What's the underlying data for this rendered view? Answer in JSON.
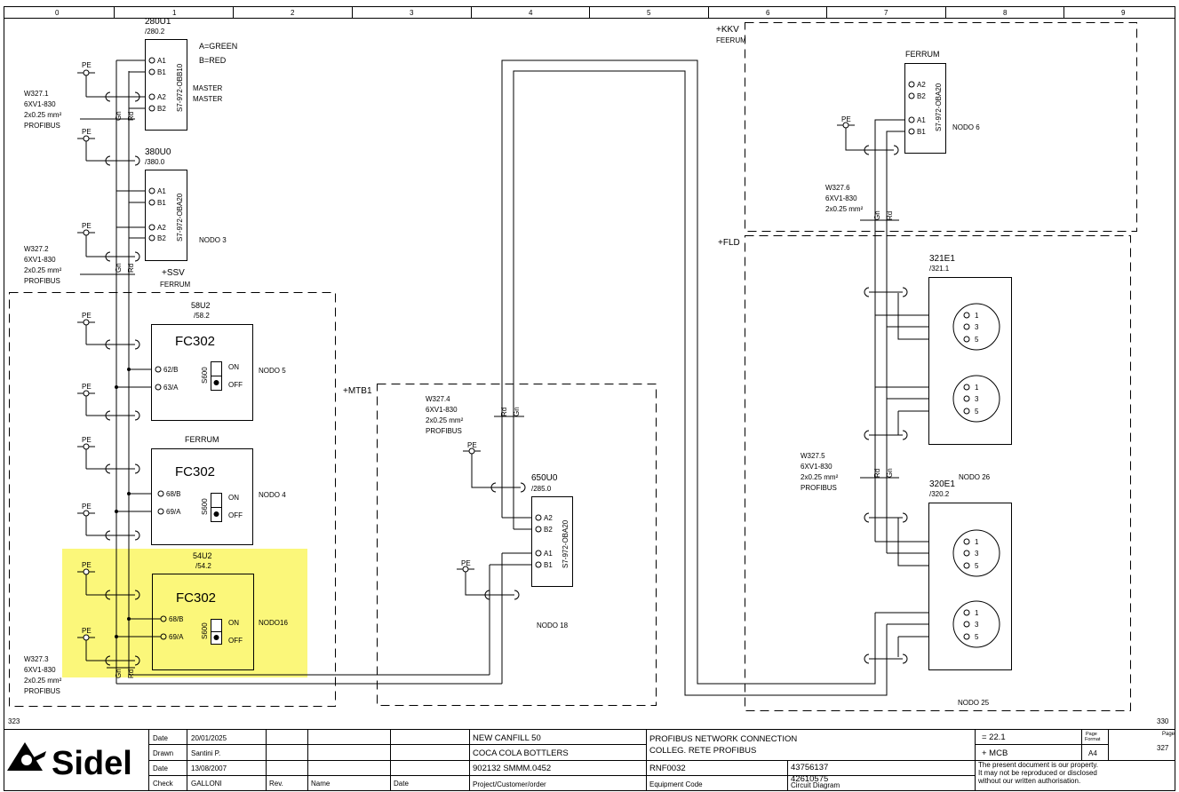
{
  "ruler": {
    "columns": [
      "0",
      "1",
      "2",
      "3",
      "4",
      "5",
      "6",
      "7",
      "8",
      "9"
    ],
    "sheet_left": "323",
    "sheet_right": "330"
  },
  "legend": {
    "a": "A=GREEN",
    "b": "B=RED"
  },
  "labels": {
    "pe": "PE",
    "a1": "A1",
    "b1": "B1",
    "a2": "A2",
    "b2": "B2",
    "gn": "Gn",
    "rd": "Rd",
    "on": "ON",
    "off": "OFF",
    "s600": "S600",
    "fc302": "FC302",
    "master": "MASTER",
    "module_code": "S7-972-OBA20",
    "module_code_master": "S7-972-OBB10",
    "p1": "1",
    "p3": "3",
    "p5": "5"
  },
  "devices": {
    "d280": {
      "tag": "280U1",
      "ref": "/280.2"
    },
    "d380": {
      "tag": "380U0",
      "ref": "/380.0",
      "node": "NODO 3"
    },
    "d58": {
      "tag": "58U2",
      "ref": "/58.2",
      "t1": "62/B",
      "t2": "63/A",
      "node": "NODO 5"
    },
    "dferrum_fc": {
      "tag": "FERRUM",
      "t1": "68/B",
      "t2": "69/A",
      "node": "NODO 4"
    },
    "d54": {
      "tag": "54U2",
      "ref": "/54.2",
      "t1": "68/B",
      "t2": "69/A",
      "node": "NODO16"
    },
    "d650": {
      "tag": "650U0",
      "ref": "/285.0",
      "node": "NODO 18"
    },
    "dferrum_kkv": {
      "tag": "FERRUM",
      "node": "NODO 6"
    },
    "d321": {
      "tag": "321E1",
      "ref": "/321.1"
    },
    "d320": {
      "tag": "320E1",
      "ref": "/320.2",
      "node": "NODO 26"
    },
    "nodo25": "NODO 25"
  },
  "cables": {
    "w1": {
      "id": "W327.1",
      "type": "6XV1-830",
      "section": "2x0.25 mm²",
      "bus": "PROFIBUS"
    },
    "w2": {
      "id": "W327.2",
      "type": "6XV1-830",
      "section": "2x0.25 mm²",
      "bus": "PROFIBUS"
    },
    "w3": {
      "id": "W327.3",
      "type": "6XV1-830",
      "section": "2x0.25 mm²",
      "bus": "PROFIBUS"
    },
    "w4": {
      "id": "W327.4",
      "type": "6XV1-830",
      "section": "2x0.25 mm²",
      "bus": "PROFIBUS"
    },
    "w5": {
      "id": "W327.5",
      "type": "6XV1-830",
      "section": "2x0.25 mm²",
      "bus": "PROFIBUS"
    },
    "w6": {
      "id": "W327.6",
      "type": "6XV1-830",
      "section": "2x0.25 mm²"
    }
  },
  "zones": {
    "ssv": {
      "name": "+SSV",
      "sub": "FERRUM"
    },
    "mtb1": {
      "name": "+MTB1"
    },
    "kkv": {
      "name": "+KKV",
      "sub": "FEERUM"
    },
    "fld": {
      "name": "+FLD"
    }
  },
  "title_block": {
    "logo": "Sidel",
    "date_label": "Date",
    "date_value": "20/01/2025",
    "drawn_label": "Drawn",
    "drawn_value": "Santini P.",
    "date2_label": "Date",
    "date2_value": "13/08/2007",
    "check_label": "Check",
    "check_value": "GALLONI",
    "rev_label": "Rev.",
    "name_label": "Name",
    "date3_label": "Date",
    "project_line1": "NEW CANFILL 50",
    "project_line2": "COCA COLA BOTTLERS",
    "project_line3": "902132 SMMM.0452",
    "project_label": "Project/Customer/order",
    "desc_line1": "PROFIBUS NETWORK CONNECTION",
    "desc_line2": "COLLEG. RETE PROFIBUS",
    "equipment_code": "RNF0032",
    "equipment_label": "Equipment Code",
    "number1": "43756137",
    "number2": "42610575",
    "circuit_label": "Circuit Diagram",
    "ref1": "= 22.1",
    "ref2": "+ MCB",
    "page_format_label": "Page\nFormat",
    "page_format_value": "A4",
    "page_label": "Page",
    "page_value": "327",
    "notice_line1": "The present document is our property.",
    "notice_line2": "It may not be reproduced or disclosed",
    "notice_line3": "without our written authorisation."
  },
  "colors": {
    "highlight": "#fbf77a",
    "line": "#000000",
    "dash": "#000000"
  }
}
